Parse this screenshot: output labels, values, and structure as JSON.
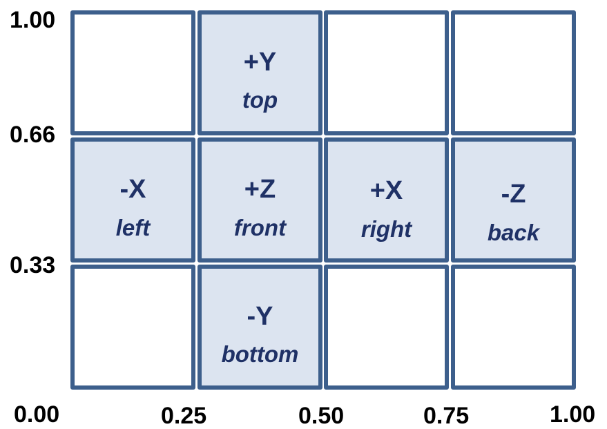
{
  "colors": {
    "border": "#3d5f8c",
    "face_fill": "#dce4f0",
    "empty_fill": "#ffffff",
    "label_text": "#1f3166",
    "tick_text": "#000000"
  },
  "axis": {
    "y_ticks": [
      "1.00",
      "0.66",
      "0.33",
      "0.00"
    ],
    "x_ticks": [
      "0.25",
      "0.50",
      "0.75",
      "1.00"
    ]
  },
  "grid": {
    "rows": 3,
    "cols": 4,
    "cells": [
      [
        {
          "face": false
        },
        {
          "face": true,
          "axis": "+Y",
          "name": "top"
        },
        {
          "face": false
        },
        {
          "face": false
        }
      ],
      [
        {
          "face": true,
          "axis": "-X",
          "name": "left"
        },
        {
          "face": true,
          "axis": "+Z",
          "name": "front"
        },
        {
          "face": true,
          "axis": "+X",
          "name": "right"
        },
        {
          "face": true,
          "axis": "-Z",
          "name": "back"
        }
      ],
      [
        {
          "face": false
        },
        {
          "face": true,
          "axis": "-Y",
          "name": "bottom"
        },
        {
          "face": false
        },
        {
          "face": false
        }
      ]
    ]
  }
}
